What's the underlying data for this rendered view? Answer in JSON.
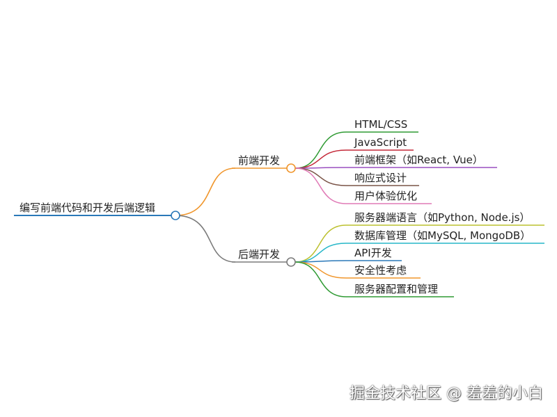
{
  "root": {
    "label": "编写前端代码和开发后端逻辑",
    "color": "#2a78b8"
  },
  "branches": [
    {
      "label": "前端开发",
      "color": "#f0962c",
      "children": [
        {
          "label": "HTML/CSS",
          "color": "#2e9a32"
        },
        {
          "label": "JavaScript",
          "color": "#c42838"
        },
        {
          "label": "前端框架（如React, Vue）",
          "color": "#9a4fc0"
        },
        {
          "label": "响应式设计",
          "color": "#7a5346"
        },
        {
          "label": "用户体验优化",
          "color": "#e07ab6"
        }
      ]
    },
    {
      "label": "后端开发",
      "color": "#7b7b7b",
      "children": [
        {
          "label": "服务器端语言（如Python, Node.js）",
          "color": "#bcc02e"
        },
        {
          "label": "数据库管理（如MySQL, MongoDB）",
          "color": "#26b7c8"
        },
        {
          "label": "API开发",
          "color": "#2a78b8"
        },
        {
          "label": "安全性考虑",
          "color": "#f0962c"
        },
        {
          "label": "服务器配置和管理",
          "color": "#2e9a32"
        }
      ]
    }
  ],
  "watermark": "掘金技术社区 @ 羞羞的小白"
}
